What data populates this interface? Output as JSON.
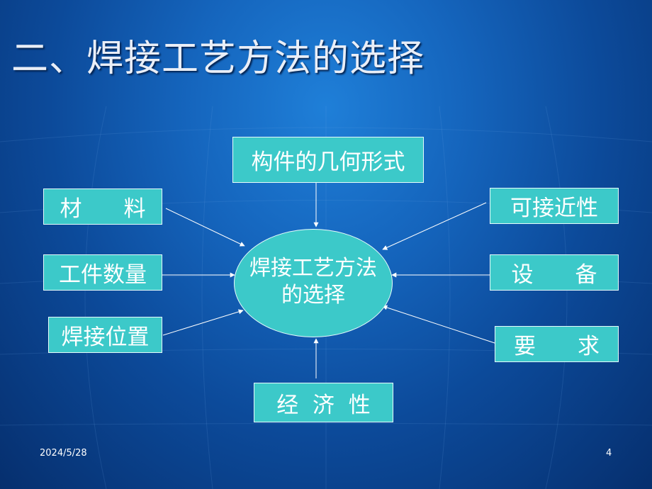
{
  "slide": {
    "title": "二、焊接工艺方法的选择",
    "date": "2024/5/28",
    "page_number": "4"
  },
  "diagram": {
    "center_line1": "焊接工艺方法",
    "center_line2": "的选择",
    "nodes": {
      "top": "构件的几何形式",
      "material": "材      料",
      "quantity": "工件数量",
      "position": "焊接位置",
      "accessibility": "可接近性",
      "equipment": "设      备",
      "requirement": "要      求",
      "economy": "经  济  性"
    }
  },
  "colors": {
    "box_fill": "#3cc9c9",
    "box_border": "#e6fbfb",
    "background": "#0c4a9a",
    "arrow": "#ffffff"
  }
}
